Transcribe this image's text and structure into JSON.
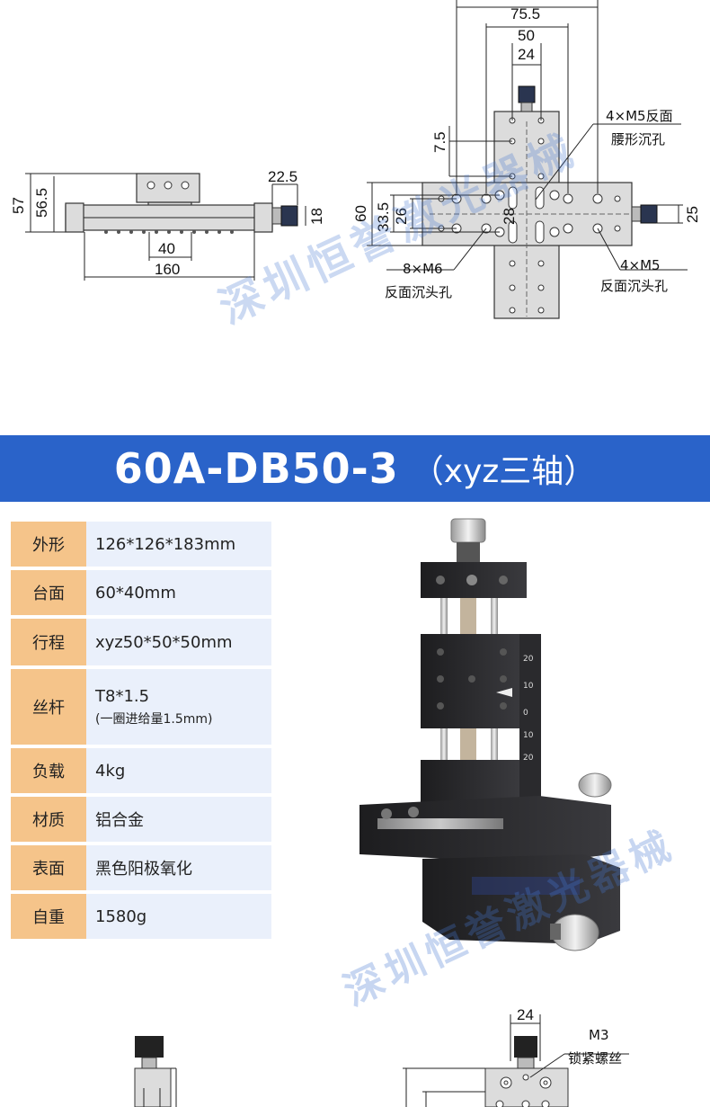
{
  "top_drawing": {
    "side_view": {
      "dims": [
        "57",
        "56.5",
        "22.5",
        "18",
        "40",
        "160"
      ]
    },
    "top_view": {
      "dims": [
        "75.5",
        "50",
        "24",
        "7.5",
        "33.5",
        "26",
        "60",
        "28",
        "25"
      ],
      "callouts": {
        "upper_right_line1": "4×M5反面",
        "upper_right_line2": "腰形沉孔",
        "lower_left_line1": "8×M6",
        "lower_left_line2": "反面沉头孔",
        "lower_right_line1": "4×M5",
        "lower_right_line2": "反面沉头孔"
      }
    }
  },
  "watermark": "深圳恒誉激光器械",
  "title": {
    "model": "60A-DB50-3",
    "suffix": "（xyz三轴）"
  },
  "specs": [
    {
      "key": "外形",
      "value": "126*126*183mm"
    },
    {
      "key": "台面",
      "value": "60*40mm"
    },
    {
      "key": "行程",
      "value": "xyz50*50*50mm"
    },
    {
      "key": "丝杆",
      "value": "T8*1.5",
      "sub": "(一圈进给量1.5mm)"
    },
    {
      "key": "负载",
      "value": "4kg"
    },
    {
      "key": "材质",
      "value": "铝合金"
    },
    {
      "key": "表面",
      "value": "黑色阳极氧化"
    },
    {
      "key": "自重",
      "value": "1580g"
    }
  ],
  "product_scale_labels": [
    "20",
    "10",
    "0",
    "10",
    "20"
  ],
  "bottom_drawing": {
    "dims": [
      "24"
    ],
    "callout_line1": "M3",
    "callout_line2": "锁紧螺丝"
  },
  "colors": {
    "title_bar": "#2a63c9",
    "spec_key_bg": "#f5c48a",
    "spec_val_bg": "#eaf0fb"
  }
}
